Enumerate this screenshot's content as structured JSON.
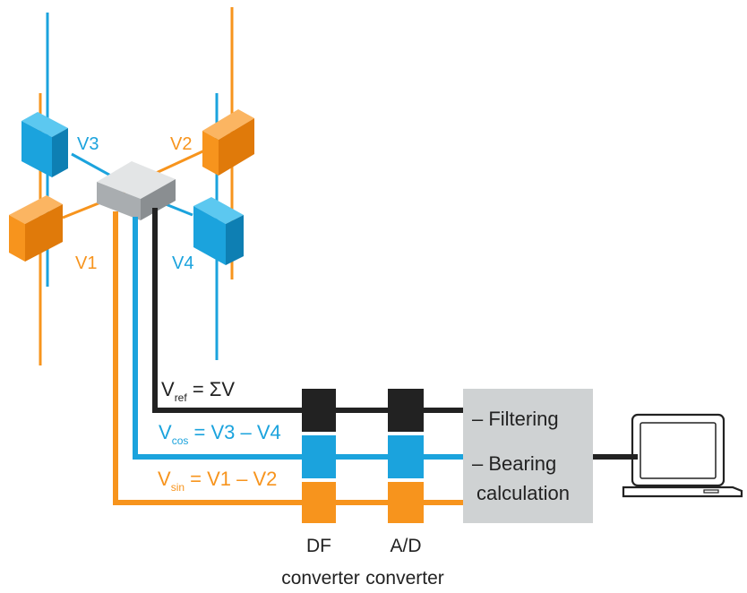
{
  "colors": {
    "orange": "#f7941d",
    "blue": "#1ba3dd",
    "black": "#222222",
    "gray_box": "#cfd2d3",
    "text": "#222222"
  },
  "antennas": {
    "v1": "V1",
    "v2": "V2",
    "v3": "V3",
    "v4": "V4"
  },
  "signals": {
    "ref": {
      "main": "V",
      "sub": "ref",
      "expr": " = ΣV"
    },
    "cos": {
      "main": "V",
      "sub": "cos",
      "expr": " = V3 – V4"
    },
    "sin": {
      "main": "V",
      "sub": "sin",
      "expr": " = V1 – V2"
    }
  },
  "processor": {
    "line1": "– Filtering",
    "line2": "– Bearing",
    "line3": "calculation"
  },
  "stages": {
    "df_label": "DF",
    "ad_label": "A/D",
    "df_sub": "converter",
    "ad_sub": "converter"
  },
  "icons": {
    "laptop": "laptop-icon",
    "combiner": "combiner-box-icon"
  }
}
